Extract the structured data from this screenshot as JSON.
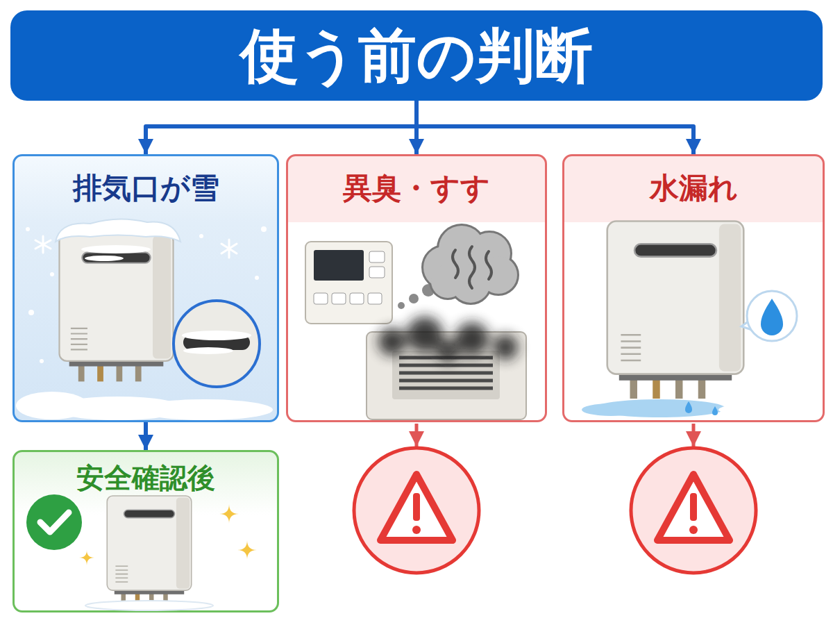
{
  "diagram": {
    "nodes": [
      {
        "text": [
          "使う前の判断"
        ]
      },
      {
        "text": [
          "排気口が雪"
        ]
      },
      {
        "text": [
          "異臭・すす"
        ]
      },
      {
        "text": [
          "水漏れ"
        ]
      },
      {
        "text": [
          "安全確認後"
        ]
      }
    ],
    "edges": [
      {
        "from": 0,
        "to": 1,
        "arrow": "to"
      },
      {
        "from": 0,
        "to": 2,
        "arrow": "to"
      },
      {
        "from": 0,
        "to": 3,
        "arrow": "to"
      },
      {
        "from": 1,
        "to": 4,
        "arrow": "to"
      }
    ]
  }
}
